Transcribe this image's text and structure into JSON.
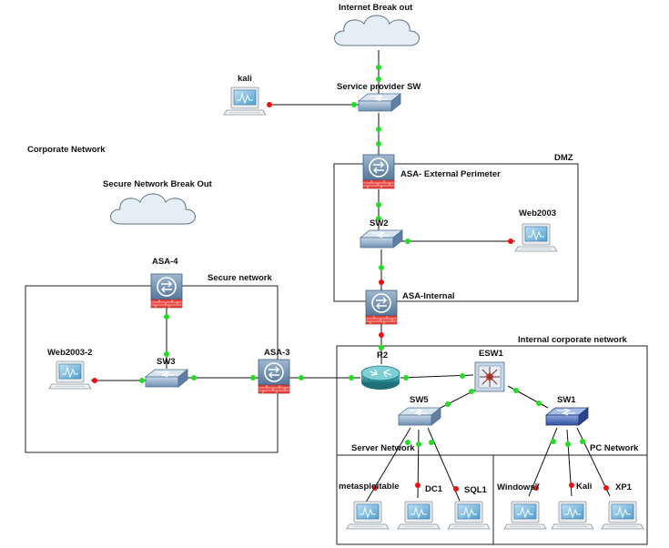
{
  "labels": {
    "internet": "Internet Break out",
    "sp_sw": "Service provider SW",
    "kali_top": "kali",
    "corporate": "Corporate Network",
    "dmz": "DMZ",
    "asa_ext": "ASA- External Perimeter",
    "secure_breakout": "Secure Network Break Out",
    "sw2": "SW2",
    "web2003_dmz": "Web2003",
    "asa4": "ASA-4",
    "secure_net": "Secure network",
    "asa_int": "ASA-Internal",
    "internal_net": "Internal corporate network",
    "web2003_2": "Web2003-2",
    "sw3": "SW3",
    "asa3": "ASA-3",
    "r2": "R2",
    "esw1": "ESW1",
    "sw5": "SW5",
    "sw1": "SW1",
    "server_net": "Server Network",
    "pc_net": "PC Network",
    "metasploitable": "metasploitable",
    "dc1": "DC1",
    "sql1": "SQL1",
    "windows7": "Windows7",
    "kali_pc": "Kali",
    "xp1": "XP1"
  },
  "colors": {
    "link_up": "#22dd22",
    "link_down": "#ee1111",
    "switch": "#7f9fbf",
    "switch_pc": "#3f5fa8",
    "firewall": "#6f8faf",
    "router": "#2f8f9f",
    "cloud": "#e6eef6"
  }
}
